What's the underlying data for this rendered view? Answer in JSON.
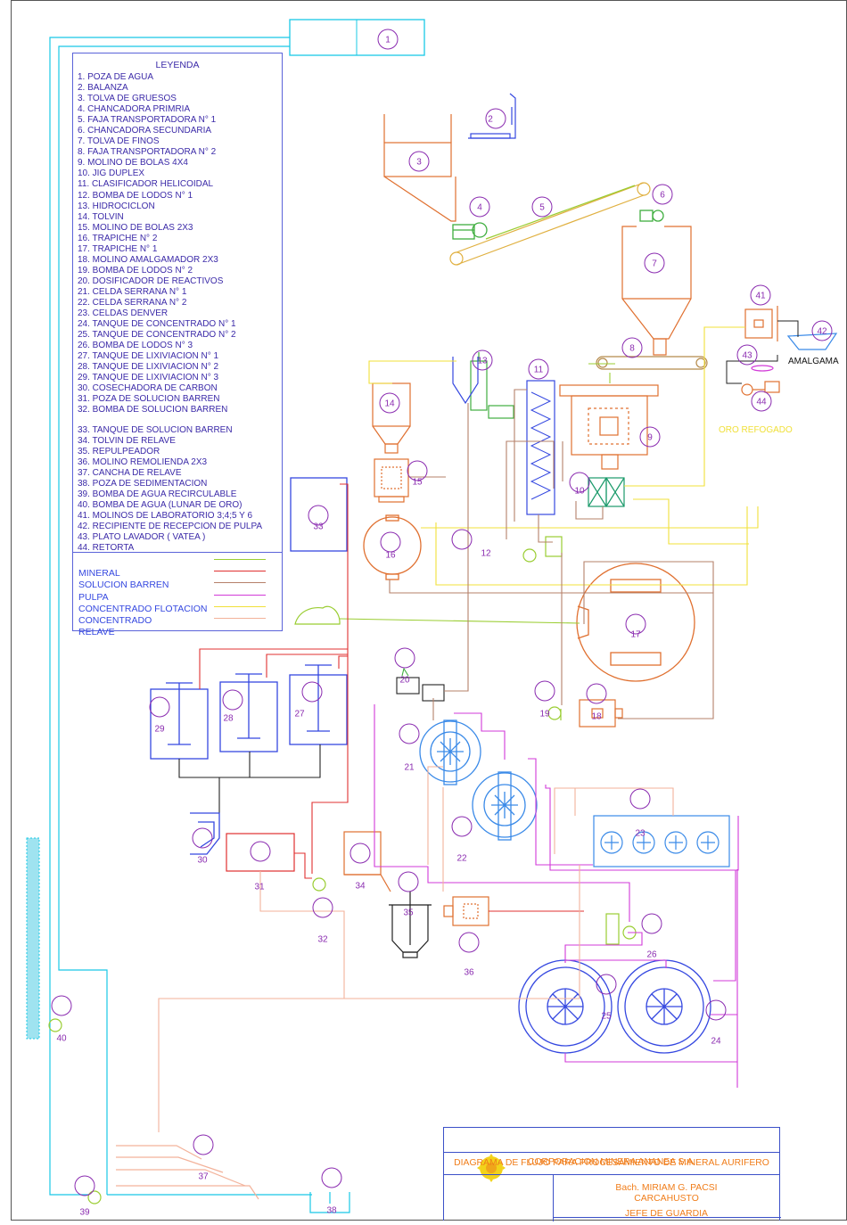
{
  "legend": {
    "title": "LEYENDA",
    "items": [
      "1. POZA DE AGUA",
      "2. BALANZA",
      "3. TOLVA DE GRUESOS",
      "4. CHANCADORA PRIMRIA",
      "5. FAJA TRANSPORTADORA N° 1",
      "6. CHANCADORA SECUNDARIA",
      "7. TOLVA DE FINOS",
      "8. FAJA TRANSPORTADORA N° 2",
      "9. MOLINO DE BOLAS 4X4",
      "10.   JIG DUPLEX",
      "11.   CLASIFICADOR HELICOIDAL",
      "12.  BOMBA DE LODOS N° 1",
      "13.  HIDROCICLON",
      "14.  TOLVIN",
      "15.  MOLINO DE BOLAS 2X3",
      "16.  TRAPICHE N° 2",
      "17.  TRAPICHE N° 1",
      "18.  MOLINO AMALGAMADOR 2X3",
      "19.  BOMBA DE LODOS N° 2",
      "20.  DOSIFICADOR DE REACTIVOS",
      "21.  CELDA SERRANA N° 1",
      "22.  CELDA SERRANA N° 2",
      "23.  CELDAS DENVER",
      "24.  TANQUE DE CONCENTRADO N° 1",
      "25.  TANQUE DE CONCENTRADO N° 2",
      "26.  BOMBA DE LODOS N° 3",
      "27.  TANQUE DE LIXIVIACION N° 1",
      "28.  TANQUE DE LIXIVIACION N° 2",
      "29.  TANQUE DE LIXIVIACION N° 3",
      "30.  COSECHADORA DE CARBON",
      "31.  POZA DE SOLUCION BARREN",
      "32.  BOMBA DE SOLUCION BARREN",
      "33.  TANQUE DE SOLUCION BARREN",
      "34.  TOLVIN DE RELAVE",
      "35.  REPULPEADOR",
      "36.  MOLINO REMOLIENDA 2X3",
      "37.  CANCHA DE RELAVE",
      "38.  POZA DE SEDIMENTACION",
      "39.  BOMBA DE AGUA RECIRCULABLE",
      "40.  BOMBA DE AGUA (LUNAR DE ORO)",
      "41.  MOLINOS DE LABORATORIO 3;4;5 Y 6",
      "42.  RECIPIENTE DE RECEPCION DE PULPA",
      "43.  PLATO LAVADOR ( VATEA )",
      "44.  RETORTA"
    ],
    "key": [
      {
        "label": "MINERAL",
        "color": "#9acd32"
      },
      {
        "label": "SOLUCION BARREN",
        "color": "#e03030"
      },
      {
        "label": "PULPA",
        "color": "#b5806a"
      },
      {
        "label": "CONCENTRADO FLOTACION",
        "color": "#d23ad8"
      },
      {
        "label": "CONCENTRADO",
        "color": "#f0e03a"
      },
      {
        "label": "RELAVE",
        "color": "#f3b29a"
      }
    ]
  },
  "equipment_numbers": [
    "1",
    "2",
    "3",
    "4",
    "5",
    "6",
    "7",
    "8",
    "9",
    "10",
    "11",
    "12",
    "13",
    "14",
    "15",
    "16",
    "17",
    "18",
    "19",
    "20",
    "21",
    "22",
    "23",
    "24",
    "25",
    "26",
    "27",
    "28",
    "29",
    "30",
    "31",
    "32",
    "33",
    "34",
    "35",
    "36",
    "37",
    "38",
    "39",
    "40",
    "41",
    "42",
    "43",
    "44"
  ],
  "annotations": {
    "amalgama": "AMALGAMA",
    "oro_refogado": "ORO REFOGADO"
  },
  "title_block": {
    "company": "CORPORACION MINERA ANANEA S.A.",
    "drawing_title": "DIAGRAMA DE FLUJO PARA PROCESAMIENTO DE MINERAL AURIFERO",
    "author": "Bach. MIRIAM G. PACSI",
    "author_last": "CARCAHUSTO",
    "role": "JEFE DE GUARDIA"
  },
  "colors": {
    "water": "#19c8e6",
    "mineral": "#9acd32",
    "barren": "#e03030",
    "pulpa": "#b5806a",
    "flotation": "#d23ad8",
    "concentrate": "#f0e03a",
    "relave": "#f3b29a",
    "equipment_orange": "#f07d1a",
    "equipment_blue": "#3548e0",
    "label_purple": "#8a2bb0"
  }
}
